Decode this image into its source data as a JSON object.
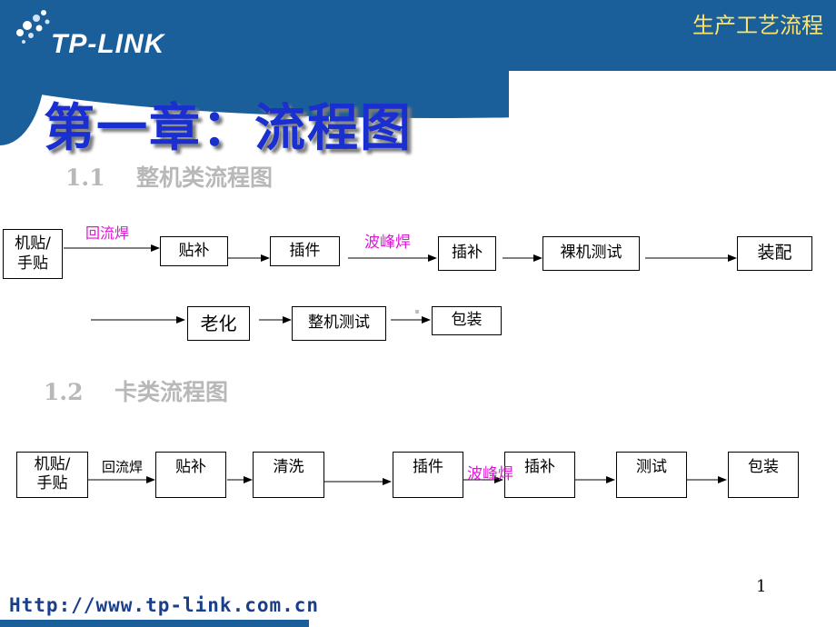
{
  "header": {
    "logo_text": "TP-LINK",
    "title": "生产工艺流程"
  },
  "title": "第一章：流程图",
  "section1": {
    "number": "1.1",
    "heading": "整机类流程图",
    "row1": {
      "box_start": "机贴/\n手贴",
      "label_reflow": "回流焊",
      "box_repair": "贴补",
      "box_insert": "插件",
      "label_wave": "波峰焊",
      "box_insert_repair": "插补",
      "box_bare_test": "裸机测试",
      "box_assembly": "装配"
    },
    "row2": {
      "box_aging": "老化",
      "box_full_test": "整机测试",
      "box_packing": "包装"
    }
  },
  "section2": {
    "number": "1.2",
    "heading": "卡类流程图",
    "flow": {
      "box_start": "机贴/\n手贴",
      "label_reflow": "回流焊",
      "box_repair": "贴补",
      "box_clean": "清洗",
      "box_insert": "插件",
      "label_wave": "波峰焊",
      "box_insert_repair": "插补",
      "box_test": "测试",
      "box_packing": "包装"
    }
  },
  "footer": {
    "url": "Http://www.tp-link.com.cn",
    "page_number": "1"
  },
  "colors": {
    "brand_blue": "#1a5f99",
    "title_blue": "#1a2fd0",
    "label_magenta": "#e016d8",
    "header_title": "#ffe36b"
  }
}
